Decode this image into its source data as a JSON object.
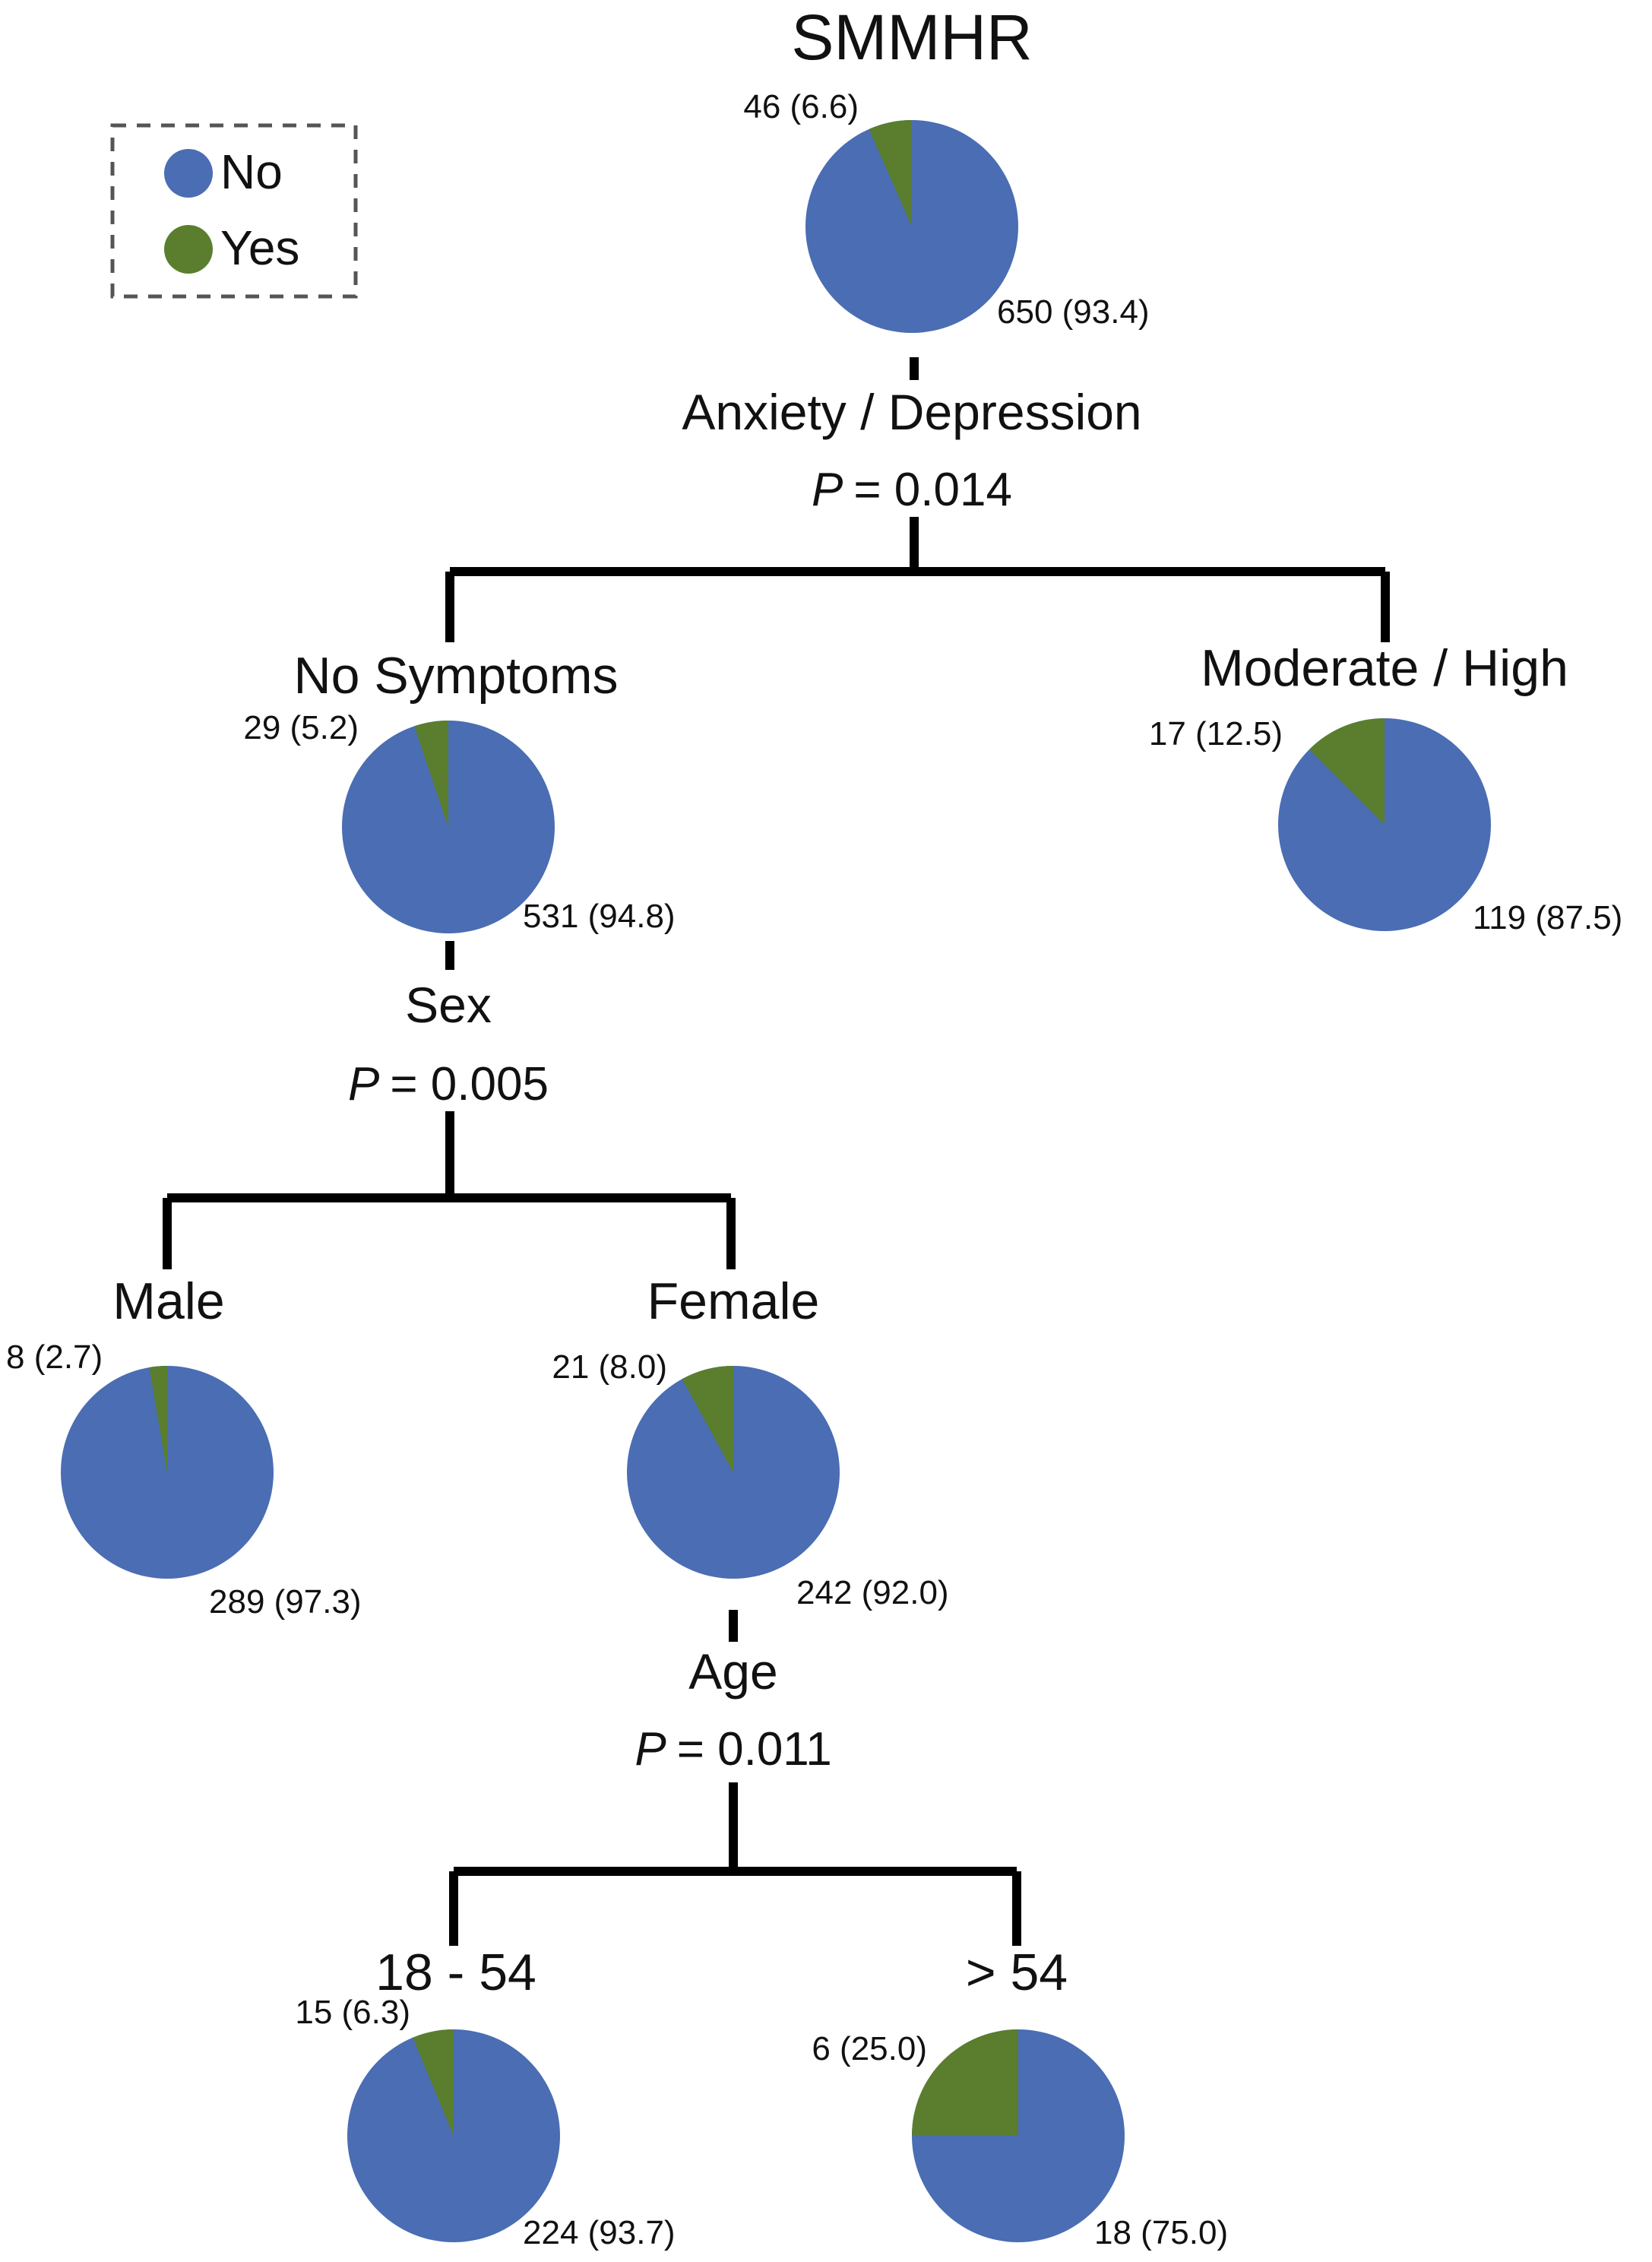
{
  "colors": {
    "no": "#4a6db3",
    "yes": "#5a7e2e",
    "line": "#000000"
  },
  "legend": {
    "items": [
      {
        "label": "No",
        "color": "#4a6db3"
      },
      {
        "label": "Yes",
        "color": "#5a7e2e"
      }
    ]
  },
  "nodes": {
    "root": {
      "title": "SMMHR",
      "no_count": 650,
      "no_label": "650 (93.4)",
      "yes_count": 46,
      "yes_label": "46 (6.6)"
    },
    "nosym": {
      "title": "No Symptoms",
      "no_count": 531,
      "no_label": "531 (94.8)",
      "yes_count": 29,
      "yes_label": "29 (5.2)"
    },
    "modhigh": {
      "title": "Moderate / High",
      "no_count": 119,
      "no_label": "119 (87.5)",
      "yes_count": 17,
      "yes_label": "17 (12.5)"
    },
    "male": {
      "title": "Male",
      "no_count": 289,
      "no_label": "289 (97.3)",
      "yes_count": 8,
      "yes_label": "8 (2.7)"
    },
    "female": {
      "title": "Female",
      "no_count": 242,
      "no_label": "242 (92.0)",
      "yes_count": 21,
      "yes_label": "21 (8.0)"
    },
    "age1854": {
      "title": "18 - 54",
      "no_count": 224,
      "no_label": "224 (93.7)",
      "yes_count": 15,
      "yes_label": "15 (6.3)"
    },
    "agegt54": {
      "title": "> 54",
      "no_count": 18,
      "no_label": "18 (75.0)",
      "yes_count": 6,
      "yes_label": "6 (25.0)"
    }
  },
  "splits": {
    "root": {
      "variable": "Anxiety / Depression",
      "p_prefix": "P",
      "p_value": "= 0.014"
    },
    "nosym": {
      "variable": "Sex",
      "p_prefix": "P",
      "p_value": "= 0.005"
    },
    "female": {
      "variable": "Age",
      "p_prefix": "P",
      "p_value": "= 0.011"
    }
  }
}
